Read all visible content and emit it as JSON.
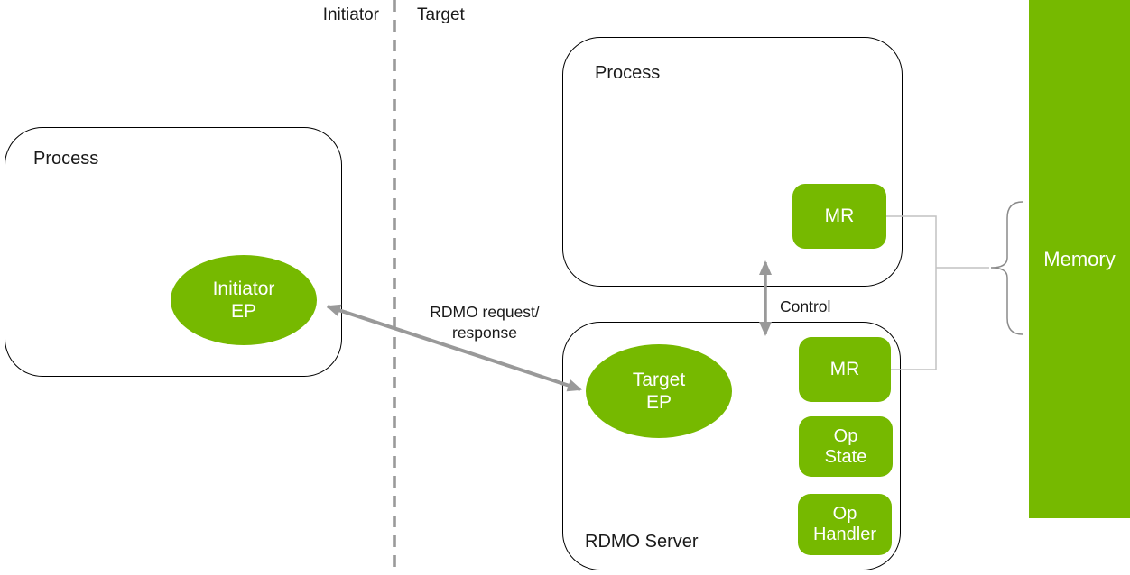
{
  "lanes": {
    "initiator": "Initiator",
    "target": "Target"
  },
  "initiator_side": {
    "process_title": "Process",
    "ep_label": "Initiator\nEP"
  },
  "target_side": {
    "process_title": "Process",
    "process_mr_label": "MR",
    "server_title": "RDMO Server",
    "server_ep_label": "Target\nEP",
    "server_mr_label": "MR",
    "op_state_label": "Op\nState",
    "op_handler_label": "Op\nHandler"
  },
  "memory": {
    "label": "Memory"
  },
  "connections": {
    "rdmo_request_label": "RDMO request/\nresponse",
    "control_label": "Control"
  },
  "colors": {
    "nvidia_green": "#76B900",
    "arrow_gray": "#999999",
    "connector_gray": "#C2C2C2",
    "brace_gray": "#8A8A8A",
    "text_dark": "#1A1A1A",
    "shape_text_white": "#FFFFFF",
    "outline_black": "#000000"
  }
}
